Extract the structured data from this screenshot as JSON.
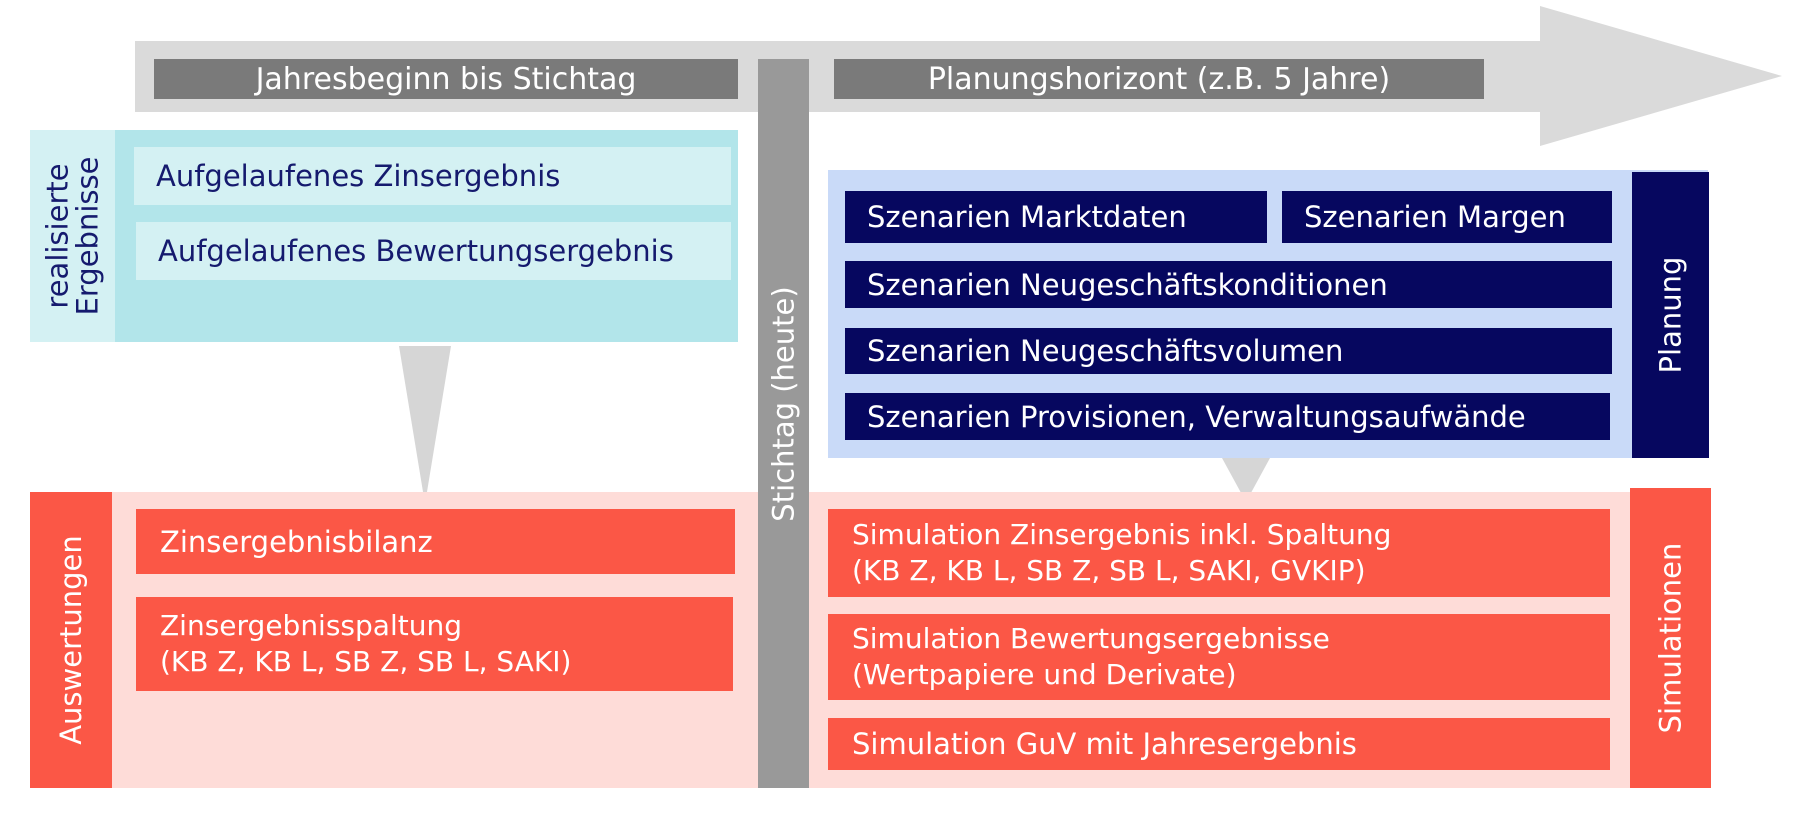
{
  "colors": {
    "arrow": "#dadada",
    "header": "#7a7a7a",
    "light_cyan": "#b2e5ea",
    "light_cyan_label": "#d4f1f3",
    "navy": "#06075f",
    "light_blue": "#c9daf8",
    "red": "#fb5746",
    "light_red": "#fedcd8",
    "divider": "#999999"
  },
  "timeline": {
    "left_label": "Jahresbeginn bis Stichtag",
    "right_label": "Planungshorizont (z.B. 5 Jahre)"
  },
  "divider_label": "Stichtag (heute)",
  "realized": {
    "side_label_line1": "realisierte",
    "side_label_line2": "Ergebnisse",
    "items": [
      "Aufgelaufenes Zinsergebnis",
      "Aufgelaufenes Bewertungsergebnis"
    ]
  },
  "planning": {
    "side_label": "Planung",
    "items": [
      "Szenarien Marktdaten",
      "Szenarien Margen",
      "Szenarien Neugeschäftskonditionen",
      "Szenarien Neugeschäftsvolumen",
      "Szenarien Provisionen, Verwaltungsaufwände"
    ]
  },
  "evaluations": {
    "side_label": "Auswertungen",
    "items": [
      {
        "line1": "Zinsergebnisbilanz"
      },
      {
        "line1": "Zinsergebnisspaltung",
        "line2": "(KB Z, KB L, SB Z, SB L, SAKI)"
      }
    ]
  },
  "simulations": {
    "side_label": "Simulationen",
    "items": [
      {
        "line1": "Simulation Zinsergebnis inkl. Spaltung",
        "line2": "(KB Z, KB L, SB Z, SB L, SAKI, GVKIP)"
      },
      {
        "line1": "Simulation Bewertungsergebnisse",
        "line2": "(Wertpapiere und Derivate)"
      },
      {
        "line1": "Simulation GuV mit Jahresergebnis"
      }
    ]
  }
}
